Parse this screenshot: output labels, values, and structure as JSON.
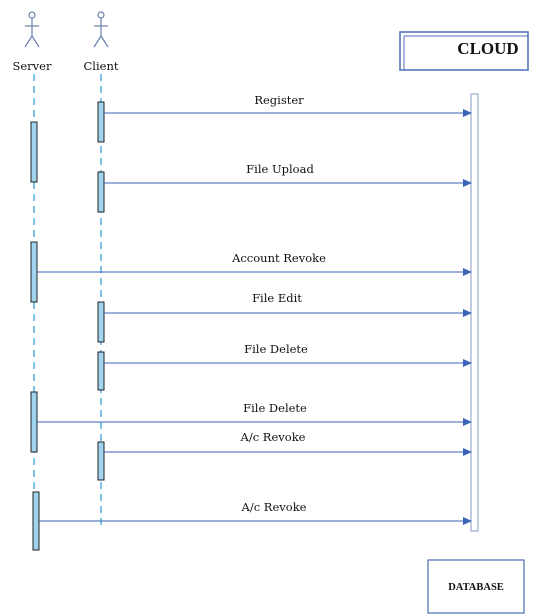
{
  "actors": [
    {
      "id": "server",
      "label": "Server"
    },
    {
      "id": "client",
      "label": "Client"
    }
  ],
  "cloud": {
    "label": "CLOUD"
  },
  "database": {
    "label": "DATABASE"
  },
  "messages": [
    {
      "label": "Register",
      "from": "client"
    },
    {
      "label": "File Upload",
      "from": "client"
    },
    {
      "label": "Account Revoke",
      "from": "server"
    },
    {
      "label": "File Edit",
      "from": "client"
    },
    {
      "label": "File Delete",
      "from": "client"
    },
    {
      "label": "File Delete",
      "from": "server"
    },
    {
      "label": "A/c Revoke",
      "from": "client"
    },
    {
      "label": "A/c Revoke",
      "from": "server"
    }
  ],
  "colors": {
    "lifeline": "#7fc4e8",
    "arrow": "#3b63b8",
    "activation_fill": "#9fd3ee",
    "activation_stroke": "#222222",
    "actor": "#6a7fb0",
    "box_border": "#4b6fb5",
    "cloud_lifeline": "#9aaad0"
  }
}
